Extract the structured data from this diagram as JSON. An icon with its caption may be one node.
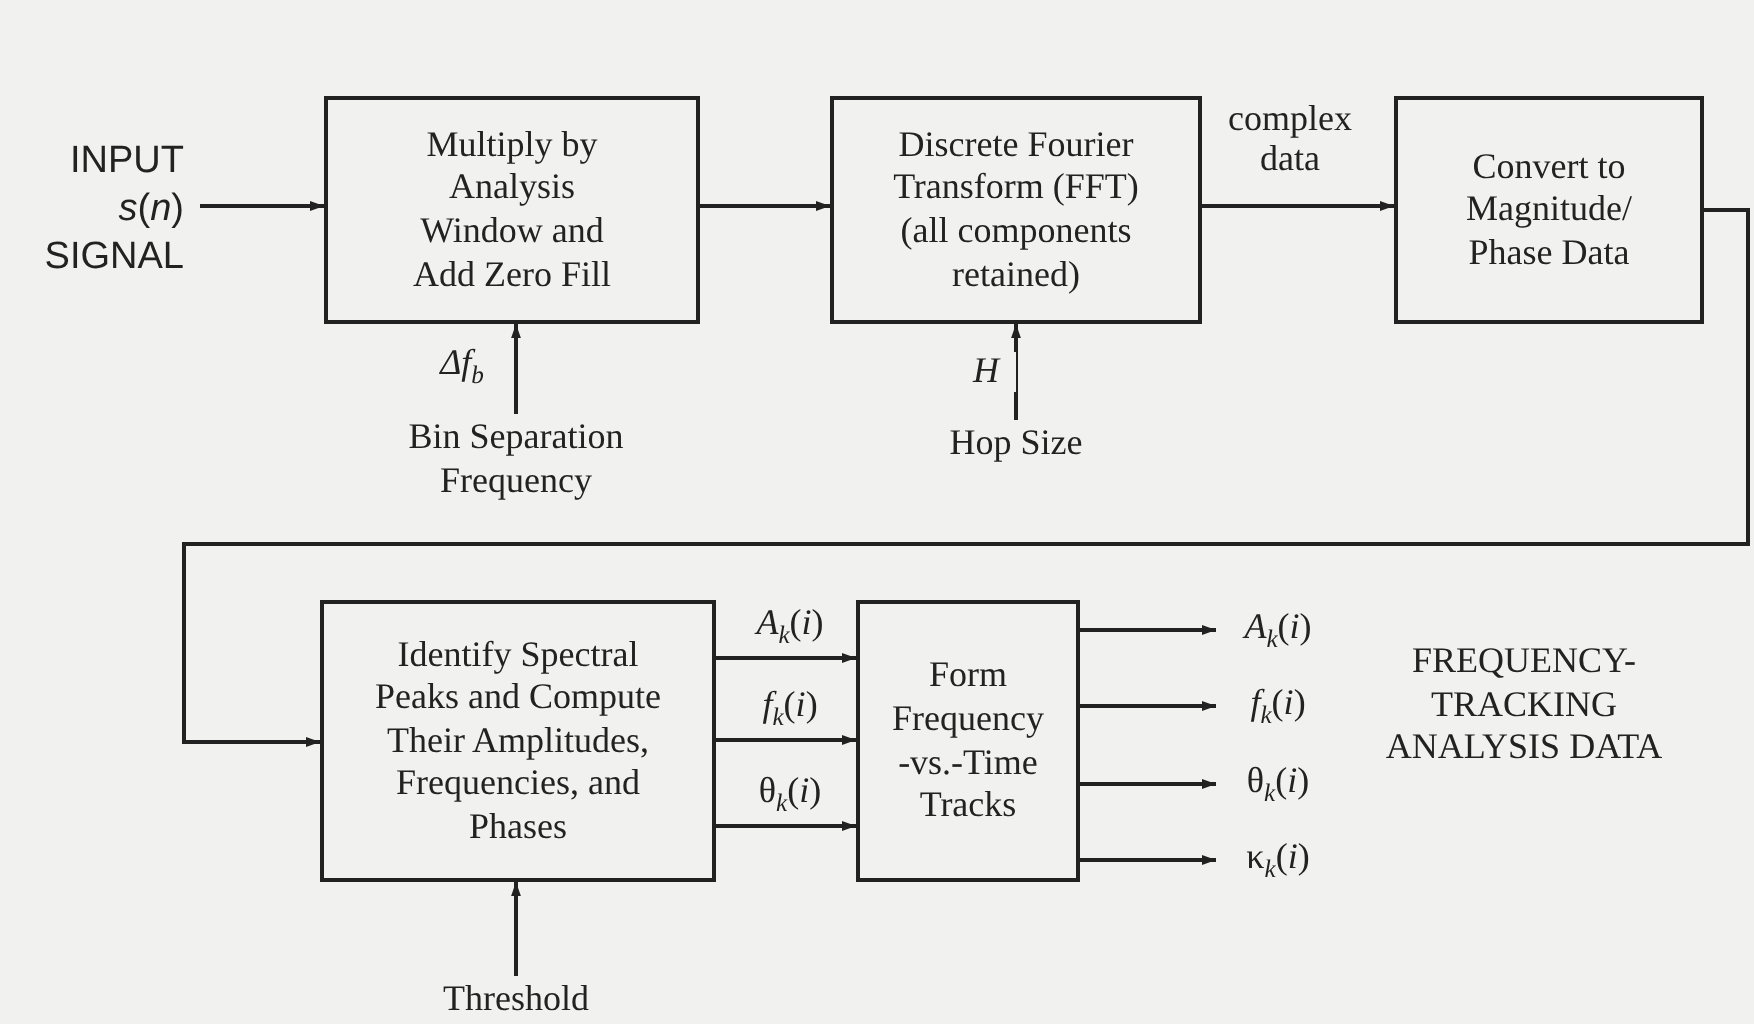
{
  "diagram": {
    "nodes": [
      {
        "text": [
          "INPUT",
          "*s*(*n*)",
          "SIGNAL"
        ]
      },
      {
        "text": [
          "Multiply by Analysis Window and Add Zero Fill"
        ]
      },
      {
        "text": [
          "Discrete Fourier Transform (FFT) (all components retained)"
        ]
      },
      {
        "text": [
          "Convert to Magnitude/ Phase Data"
        ]
      },
      {
        "text": [
          "Identify Spectral Peaks and Compute Their Amplitudes, Frequencies, and Phases"
        ]
      },
      {
        "text": [
          "Form Frequency -vs.-Time Tracks"
        ]
      },
      {
        "text": [
          "Bin Separation Frequency"
        ]
      },
      {
        "text": [
          "Hop Size"
        ]
      },
      {
        "text": [
          "Threshold"
        ]
      },
      {
        "text": [
          "*A*$_{k}$(*i*)"
        ]
      },
      {
        "text": [
          "*f*$_{k}$(*i*)"
        ]
      },
      {
        "text": [
          "θ$_{k}$(*i*)"
        ]
      },
      {
        "text": [
          "κ$_{k}$(*i*)"
        ]
      }
    ],
    "edges": [
      {
        "from": 0,
        "to": 1,
        "arrow": "to"
      },
      {
        "from": 1,
        "to": 2,
        "arrow": "to"
      },
      {
        "from": 2,
        "to": 3,
        "arrow": "to",
        "label": "complex data"
      },
      {
        "from": 3,
        "to": 4,
        "arrow": "to"
      },
      {
        "from": 6,
        "to": 1,
        "arrow": "to",
        "label": "Δf$_{b}$"
      },
      {
        "from": 7,
        "to": 2,
        "arrow": "to",
        "label": "H"
      },
      {
        "from": 8,
        "to": 4,
        "arrow": "to"
      },
      {
        "from": 4,
        "to": 5,
        "arrow": "to",
        "label": "*A*$_{k}$(*i*)"
      },
      {
        "from": 4,
        "to": 5,
        "arrow": "to",
        "label": "*f*$_{k}$(*i*)"
      },
      {
        "from": 4,
        "to": 5,
        "arrow": "to",
        "label": "θ$_{k}$(*i*)"
      },
      {
        "from": 5,
        "to": 9,
        "arrow": "to"
      },
      {
        "from": 5,
        "to": 10,
        "arrow": "to"
      },
      {
        "from": 5,
        "to": 11,
        "arrow": "to"
      },
      {
        "from": 5,
        "to": 12,
        "arrow": "to"
      }
    ],
    "labels": [
      "FREQUENCY- TRACKING ANALYSIS DATA"
    ]
  }
}
